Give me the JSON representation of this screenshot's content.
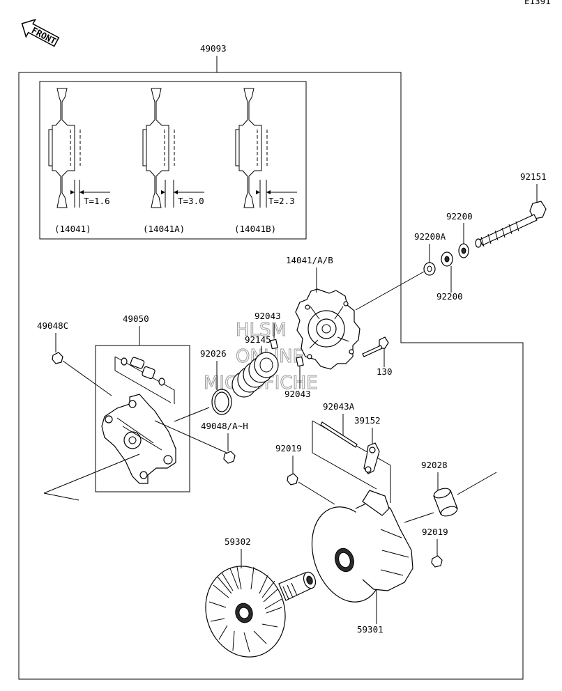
{
  "corner_code": "E1391",
  "front_label": "FRONT",
  "watermark": [
    "HLSM",
    "ONLINE",
    "MICROFICHE"
  ],
  "inset": {
    "variants": [
      {
        "thickness": "T=1.6",
        "part": "(14041)"
      },
      {
        "thickness": "T=3.0",
        "part": "(14041A)"
      },
      {
        "thickness": "T=2.3",
        "part": "(14041B)"
      }
    ]
  },
  "callouts": {
    "p49093": "49093",
    "p92151": "92151",
    "p92200_top": "92200",
    "p92200A": "92200A",
    "p92200_bottom": "92200",
    "p14041": "14041/A/B",
    "p92043_top": "92043",
    "p92145": "92145",
    "p92026": "92026",
    "p92043_bottom": "92043",
    "p130": "130",
    "p49048C": "49048C",
    "p49050": "49050",
    "p49048": "49048/A~H",
    "p92043A": "92043A",
    "p39152": "39152",
    "p92019_left": "92019",
    "p92028": "92028",
    "p92019_right": "92019",
    "p59302": "59302",
    "p59301": "59301"
  }
}
